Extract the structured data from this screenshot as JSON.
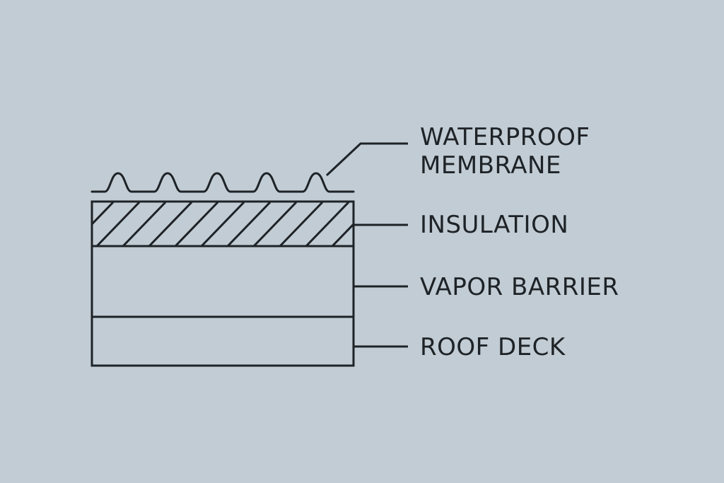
{
  "diagram": {
    "labels": {
      "membrane_line1": "WATERPROOF",
      "membrane_line2": "MEMBRANE",
      "insulation": "INSULATION",
      "vapor_barrier": "VAPOR BARRIER",
      "roof_deck": "ROOF DECK"
    },
    "colors": {
      "background": "#c2ccd4",
      "stroke": "#1e2327"
    }
  }
}
